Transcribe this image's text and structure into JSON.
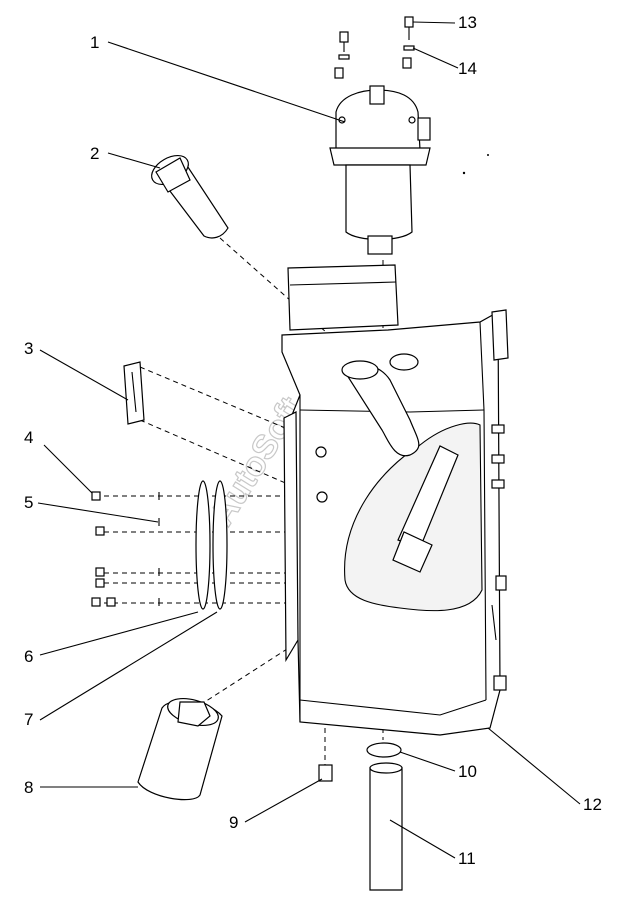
{
  "diagram": {
    "watermark": "AutoSoft",
    "callouts": [
      "1",
      "2",
      "3",
      "4",
      "5",
      "6",
      "7",
      "8",
      "9",
      "10",
      "11",
      "12",
      "13",
      "14"
    ]
  }
}
